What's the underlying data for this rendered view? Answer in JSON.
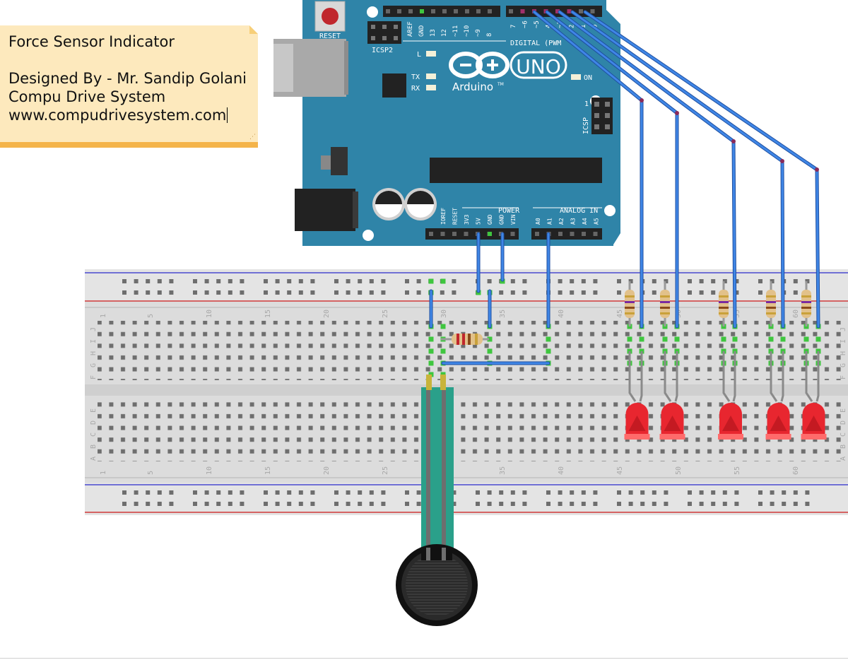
{
  "note": {
    "title": "Force Sensor Indicator",
    "designer": "Designed By - Mr. Sandip Golani",
    "company": "Compu Drive System",
    "website": "www.compudrivesystem.com"
  },
  "arduino": {
    "reset_label": "RESET",
    "icsp2_label": "ICSP2",
    "icsp_label": "ICSP",
    "icsp_pin1": "1",
    "logo_text": "Arduino",
    "uno_text": "UNO",
    "tm": "TM",
    "led_l": "L",
    "led_tx": "TX",
    "led_rx": "RX",
    "led_on": "ON",
    "digital_label": "DIGITAL (PWM",
    "power_label": "POWER",
    "analog_label": "ANALOG IN",
    "top_pins": [
      "AREF",
      "GND",
      "13",
      "12",
      "~11",
      "~10",
      "~9",
      "8"
    ],
    "top_pins_right": [
      "7",
      "~6",
      "~5",
      "4",
      "~3",
      "2",
      "1",
      "0"
    ],
    "power_pins": [
      "IOREF",
      "RESET",
      "3V3",
      "5V",
      "GND",
      "GND",
      "VIN"
    ],
    "analog_pins": [
      "A0",
      "A1",
      "A2",
      "A3",
      "A4",
      "A5"
    ]
  },
  "breadboard": {
    "column_numbers": [
      "1",
      "5",
      "10",
      "15",
      "20",
      "25",
      "30",
      "35",
      "40",
      "45",
      "50",
      "55",
      "60"
    ],
    "rows_top": [
      "J",
      "I",
      "H",
      "G",
      "F"
    ],
    "rows_bottom": [
      "E",
      "D",
      "C",
      "B",
      "A"
    ]
  },
  "colors": {
    "board": "#2f84a8",
    "wire": "#2f6fcf",
    "led": "#e8262f",
    "note": "#fde9bd"
  }
}
